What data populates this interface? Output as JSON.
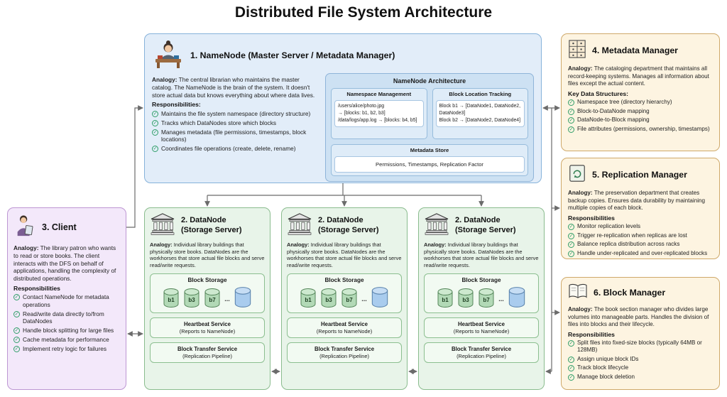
{
  "title": "Distributed File System Architecture",
  "icons": {
    "check": "✓",
    "ellipsis": "..."
  },
  "colors": {
    "namenode_fill": "#e2edf9",
    "namenode_border": "#86b2da",
    "datanode_fill": "#e8f4e9",
    "datanode_border": "#8abc8e",
    "client_fill": "#f3e8fa",
    "client_border": "#bd96d3",
    "manager_fill": "#fdf4e1",
    "manager_border": "#cfa96a",
    "check_green": "#2f9e68",
    "connector_gray": "#6b6b6b",
    "block_cylinder_green": "#b2d9b6",
    "block_cylinder_blue": "#a9ccee"
  },
  "namenode": {
    "title": "1. NameNode (Master Server / Metadata Manager)",
    "analogy_label": "Analogy:",
    "analogy": "The central librarian who maintains the master catalog. The NameNode is the brain of the system. It doesn't store actual data but knows everything about where data lives.",
    "responsibilities_label": "Responsibilities:",
    "responsibilities": [
      "Maintains the file system namespace (directory structure)",
      "Tracks which DataNodes store which blocks",
      "Manages metadata (file permissions, timestamps, block locations)",
      "Coordinates file operations (create, delete, rename)"
    ],
    "architecture": {
      "title": "NameNode Architecture",
      "namespace": {
        "title": "Namespace Management",
        "line1": "/users/alice/photo.jpg",
        "line2": "→ [blocks: b1, b2, b3]",
        "line3": "/data/logs/app.log → [blocks: b4, b5]"
      },
      "block_tracking": {
        "title": "Block Location Tracking",
        "line1": "Block b1 → [DataNode1, DataNode2, DataNode3]",
        "line2": "Block b2 → [DataNode2, DataNode4]"
      },
      "metadata_store": {
        "title": "Metadata Store",
        "content": "Permissions, Timestamps, Replication Factor"
      }
    }
  },
  "client": {
    "title": "3. Client",
    "analogy_label": "Analogy:",
    "analogy": "The library patron who wants to read or store books. The client interacts with the DFS on behalf of applications, handling the complexity of distributed operations.",
    "responsibilities_label": "Responsibilities",
    "responsibilities": [
      "Contact NameNode for metadata operations",
      "Read/write data directly to/from DataNodes",
      "Handle block splitting for large files",
      "Cache metadata for performance",
      "Implement retry logic for failures"
    ]
  },
  "datanodes": [
    {
      "title_line1": "2. DataNode",
      "title_line2": "(Storage Server)",
      "analogy_label": "Analogy:",
      "analogy": "Individual library buildings that physically store books. DataNodes are the workhorses that store actual file blocks and serve read/write requests.",
      "block_storage_title": "Block Storage",
      "blocks": [
        "b1",
        "b3",
        "b7"
      ],
      "heartbeat_line1": "Heartbeat Service",
      "heartbeat_line2": "(Reports to NameNode)",
      "transfer_line1": "Block Transfer Service",
      "transfer_line2": "(Replication Pipeline)"
    },
    {
      "title_line1": "2. DataNode",
      "title_line2": "(Storage Server)",
      "analogy_label": "Analogy:",
      "analogy": "Individual library buildings that physically store books. DataNodes are the workhorses that store actual file blocks and serve read/write requests.",
      "block_storage_title": "Block Storage",
      "blocks": [
        "b1",
        "b3",
        "b7"
      ],
      "heartbeat_line1": "Heartbeat Service",
      "heartbeat_line2": "(Reports to NameNode)",
      "transfer_line1": "Block Transfer Service",
      "transfer_line2": "(Replication Pipeline)"
    },
    {
      "title_line1": "2. DataNode",
      "title_line2": "(Storage Server)",
      "analogy_label": "Analogy:",
      "analogy": "Individual library buildings that physically store books. DataNodes are the workhorses that store actual file blocks and serve read/write requests.",
      "block_storage_title": "Block Storage",
      "blocks": [
        "b1",
        "b3",
        "b7"
      ],
      "heartbeat_line1": "Heartbeat Service",
      "heartbeat_line2": "(Reports to NameNode)",
      "transfer_line1": "Block Transfer Service",
      "transfer_line2": "(Replication Pipeline)"
    }
  ],
  "metadata_manager": {
    "title": "4. Metadata Manager",
    "analogy_label": "Analogy:",
    "analogy": "The cataloging department that maintains all record-keeping systems. Manages all information about files except the actual content.",
    "list_label": "Key Data Structures:",
    "items": [
      "Namespace tree (directory hierarchy)",
      "Block-to-DataNode mapping",
      "DataNode-to-Block mapping",
      "File attributes (permissions, ownership, timestamps)"
    ]
  },
  "replication_manager": {
    "title": "5. Replication Manager",
    "analogy_label": "Analogy:",
    "analogy": "The preservation department that creates backup copies. Ensures data durability by maintaining multiple copies of each block.",
    "list_label": "Responsibilities",
    "items": [
      "Monitor replication levels",
      "Trigger re-replication when replicas are lost",
      "Balance replica distribution across racks",
      "Handle under-replicated and over-replicated blocks"
    ]
  },
  "block_manager": {
    "title": "6. Block Manager",
    "analogy_label": "Analogy:",
    "analogy": "The book section manager who divides large volumes into manageable parts. Handles the division of files into blocks and their lifecycle.",
    "list_label": "Responsibilities",
    "items": [
      "Split files into fixed-size blocks (typically 64MB or 128MB)",
      "Assign unique block IDs",
      "Track block lifecycle",
      "Manage block deletion"
    ]
  }
}
